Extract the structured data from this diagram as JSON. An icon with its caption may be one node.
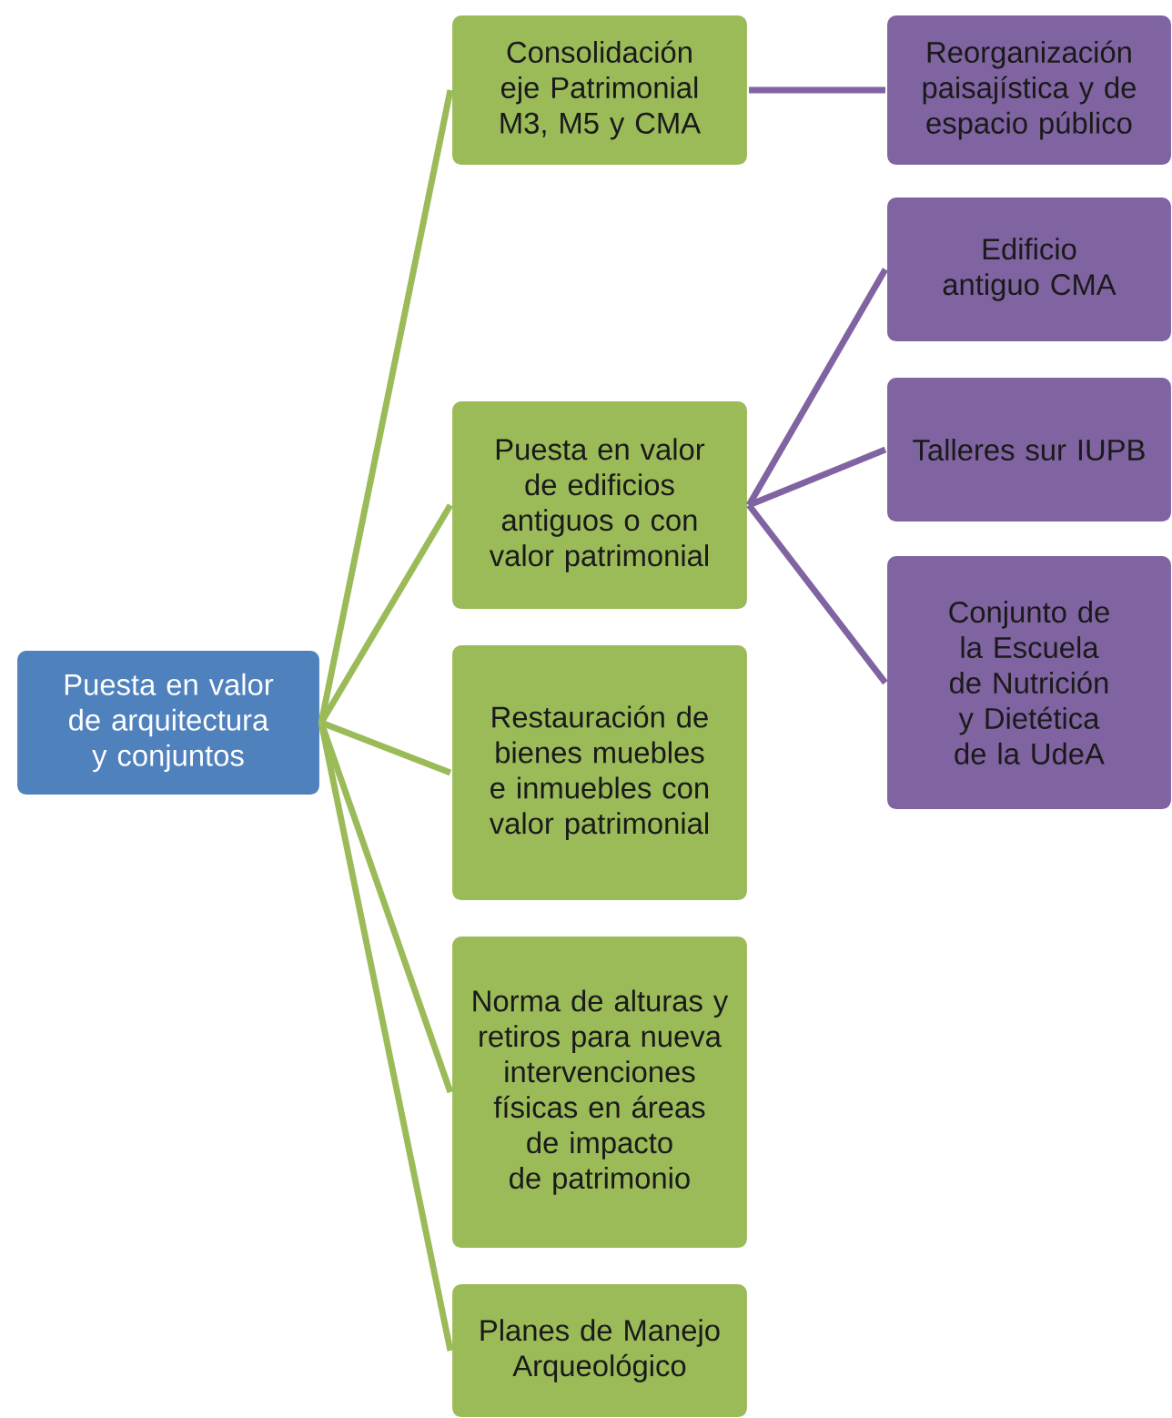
{
  "diagram": {
    "nodes": [
      {
        "text": [
          "Puesta en valor de arquitectura y conjuntos"
        ]
      },
      {
        "text": [
          "Consolidación eje Patrimonial M3, M5 y CMA"
        ]
      },
      {
        "text": [
          "Reorganización paisajística y de espacio público"
        ]
      },
      {
        "text": [
          "Puesta en valor de edificios antiguos o con valor patrimonial"
        ]
      },
      {
        "text": [
          "Edificio antiguo CMA"
        ]
      },
      {
        "text": [
          "Talleres sur IUPB"
        ]
      },
      {
        "text": [
          "Conjunto de la Escuela de Nutrición y Dietética de la UdeA"
        ]
      },
      {
        "text": [
          "Restauración de bienes muebles e inmuebles con valor patrimonial"
        ]
      },
      {
        "text": [
          "Norma de alturas y retiros para nueva intervenciones físicas en áreas de impacto de patrimonio"
        ]
      },
      {
        "text": [
          "Planes de Manejo Arqueológico"
        ]
      }
    ],
    "edges": [
      {
        "from": 0,
        "to": 1,
        "arrow": "none"
      },
      {
        "from": 1,
        "to": 2,
        "arrow": "none",
        "color": "#8064a2"
      },
      {
        "from": 0,
        "to": 3,
        "arrow": "none"
      },
      {
        "from": 3,
        "to": 4,
        "arrow": "none",
        "color": "#8064a2"
      },
      {
        "from": 3,
        "to": 5,
        "arrow": "none",
        "color": "#8064a2"
      },
      {
        "from": 3,
        "to": 6,
        "arrow": "none",
        "color": "#8064a2"
      },
      {
        "from": 0,
        "to": 7,
        "arrow": "none"
      },
      {
        "from": 0,
        "to": 8,
        "arrow": "none"
      },
      {
        "from": 0,
        "to": 9,
        "arrow": "none"
      }
    ]
  }
}
